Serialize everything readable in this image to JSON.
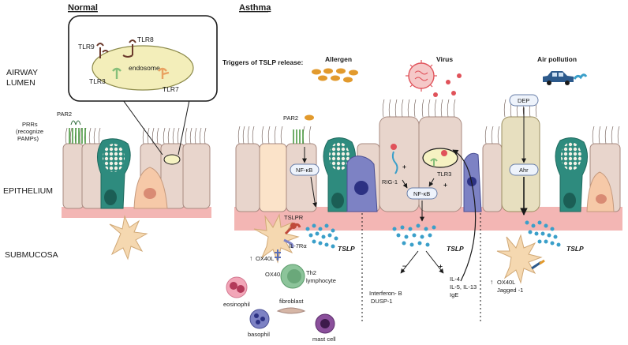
{
  "headers": {
    "normal": "Normal",
    "asthma": "Asthma"
  },
  "regions": {
    "lumen_line1": "AIRWAY",
    "lumen_line2": "LUMEN",
    "epithelium": "EPITHELIUM",
    "submucosa": "SUBMUCOSA"
  },
  "inset": {
    "endosome": "endosome",
    "tlr9": "TLR9",
    "tlr8": "TLR8",
    "tlr3": "TLR3",
    "tlr7": "TLR7"
  },
  "normal_labels": {
    "par2": "PAR2",
    "prrs_1": "PRRs",
    "prrs_2": "(recognize",
    "prrs_3": "PAMPs)"
  },
  "triggers": {
    "heading": "Triggers of TSLP release:",
    "allergen": "Allergen",
    "virus": "Virus",
    "pollution": "Air pollution"
  },
  "asthma_labels": {
    "par2": "PAR2",
    "nfkb1": "NF-κB",
    "nfkb2": "NF-κB",
    "rig1": "RIG-1",
    "tlr3": "TLR3",
    "plus1": "+",
    "plus2": "+",
    "dep": "DEP",
    "ahr": "Ahr",
    "tslpr": "TSLPR",
    "il7ra": "IL-7Rα",
    "tslp1": "TSLP",
    "tslp2": "TSLP",
    "tslp3": "TSLP",
    "ox40l_1": "OX40L",
    "ox40": "OX40",
    "th2_1": "Th2",
    "th2_2": "lymphocyte",
    "eosinophil": "eosinophil",
    "fibroblast": "fibroblast",
    "basophil": "basophil",
    "mast_cell": "mast cell",
    "minus": "−",
    "plus3": "+",
    "ifn": "Interferon- B",
    "dusp": "DUSP-1",
    "il4": "IL-4",
    "il5": "IL-5, IL-13",
    "ige": "IgE",
    "ox40l_2": "OX40L",
    "jagged": "Jagged -1",
    "up1": "↑",
    "up2": "↑"
  },
  "colors": {
    "cell_fill": "#e8d5cc",
    "cell_stroke": "#a88a80",
    "goblet": "#2e8b7e",
    "basement": "#f3b6b4",
    "tslp_dot": "#3a9fc9",
    "dendritic": "#f5d8b0",
    "lymphocyte": "#8cc49a",
    "eosinophil": "#f2a6b8",
    "basophil": "#7d82c4",
    "mast": "#8a4f9b",
    "virus": "#e0525a",
    "allergen": "#e29a2d",
    "car": "#2d5a8c"
  },
  "icons": [
    "magnifier-inset",
    "car-icon",
    "virus-icon",
    "allergen-icon",
    "dendritic-cell-icon"
  ]
}
